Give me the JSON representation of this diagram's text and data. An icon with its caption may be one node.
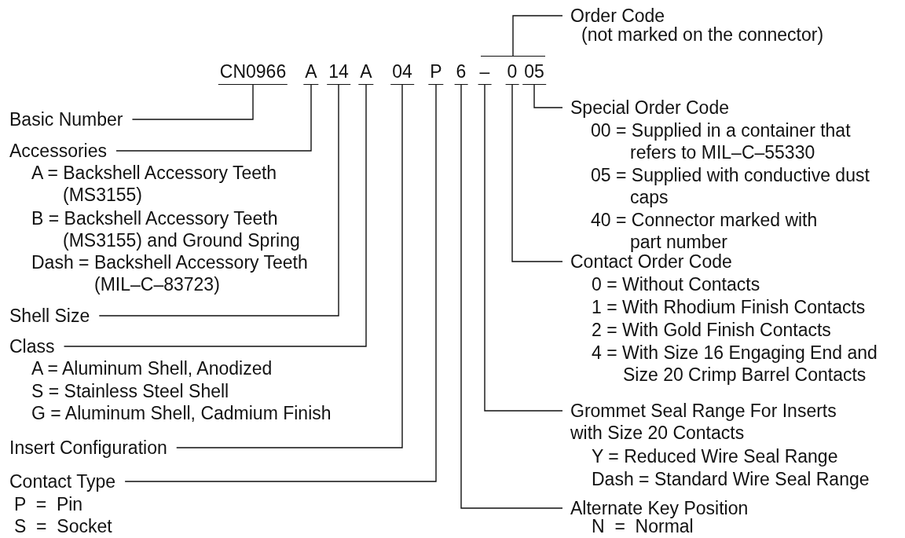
{
  "diagram": {
    "nodes": [
      {
        "text": [
          "Order Code"
        ],
        "beside": [
          "(not marked on the connector)"
        ]
      },
      {
        "text": [],
        "shape": "bar"
      },
      {
        "text": [
          "CN0966"
        ]
      },
      {
        "text": [
          "A"
        ]
      },
      {
        "text": [
          "14"
        ]
      },
      {
        "text": [
          "A"
        ]
      },
      {
        "text": [
          "04"
        ]
      },
      {
        "text": [
          "P"
        ]
      },
      {
        "text": [
          "6"
        ]
      },
      {
        "text": [
          "–"
        ]
      },
      {
        "text": [
          "0"
        ]
      },
      {
        "text": [
          "05"
        ]
      },
      {
        "text": [
          "Basic Number"
        ]
      },
      {
        "text": [
          "Accessories"
        ],
        "beside": [
          "A = Backshell Accessory Teeth (MS3155)",
          "B = Backshell Accessory Teeth (MS3155) and Ground Spring",
          "Dash = Backshell Accessory Teeth (MIL–C–83723)"
        ]
      },
      {
        "text": [
          "Shell Size"
        ]
      },
      {
        "text": [
          "Class"
        ],
        "beside": [
          "A = Aluminum Shell, Anodized",
          "S = Stainless Steel Shell",
          "G = Aluminum Shell, Cadmium Finish"
        ]
      },
      {
        "text": [
          "Insert Configuration"
        ]
      },
      {
        "text": [
          "Contact Type"
        ],
        "beside": [
          "P  =  Pin",
          "S  =  Socket"
        ]
      },
      {
        "text": [
          "Special Order Code"
        ],
        "beside": [
          "00 = Supplied in a container that refers to MIL–C–55330",
          "05 = Supplied with conductive dust caps",
          "40 = Connector marked with part number"
        ]
      },
      {
        "text": [
          "Contact Order Code"
        ],
        "beside": [
          "0 = Without Contacts",
          "1 = With Rhodium Finish Contacts",
          "2 = With Gold Finish Contacts",
          "4 = With Size 16 Engaging End and Size 20 Crimp Barrel Contacts"
        ]
      },
      {
        "text": [
          "Grommet Seal Range For Inserts with Size 20 Contacts"
        ],
        "beside": [
          "Y = Reduced Wire Seal Range",
          "Dash = Standard Wire Seal Range"
        ]
      },
      {
        "text": [
          "Alternate Key Position"
        ],
        "beside": [
          "N  =  Normal"
        ]
      }
    ],
    "edges": [
      {
        "from": 1,
        "to": 0,
        "arrow": "none"
      },
      {
        "from": 2,
        "to": 12,
        "arrow": "none"
      },
      {
        "from": 3,
        "to": 13,
        "arrow": "none"
      },
      {
        "from": 4,
        "to": 14,
        "arrow": "none"
      },
      {
        "from": 5,
        "to": 15,
        "arrow": "none"
      },
      {
        "from": 6,
        "to": 16,
        "arrow": "none"
      },
      {
        "from": 7,
        "to": 17,
        "arrow": "none"
      },
      {
        "from": 11,
        "to": 18,
        "arrow": "none"
      },
      {
        "from": 10,
        "to": 19,
        "arrow": "none"
      },
      {
        "from": 9,
        "to": 20,
        "arrow": "none"
      },
      {
        "from": 8,
        "to": 21,
        "arrow": "none"
      }
    ]
  }
}
